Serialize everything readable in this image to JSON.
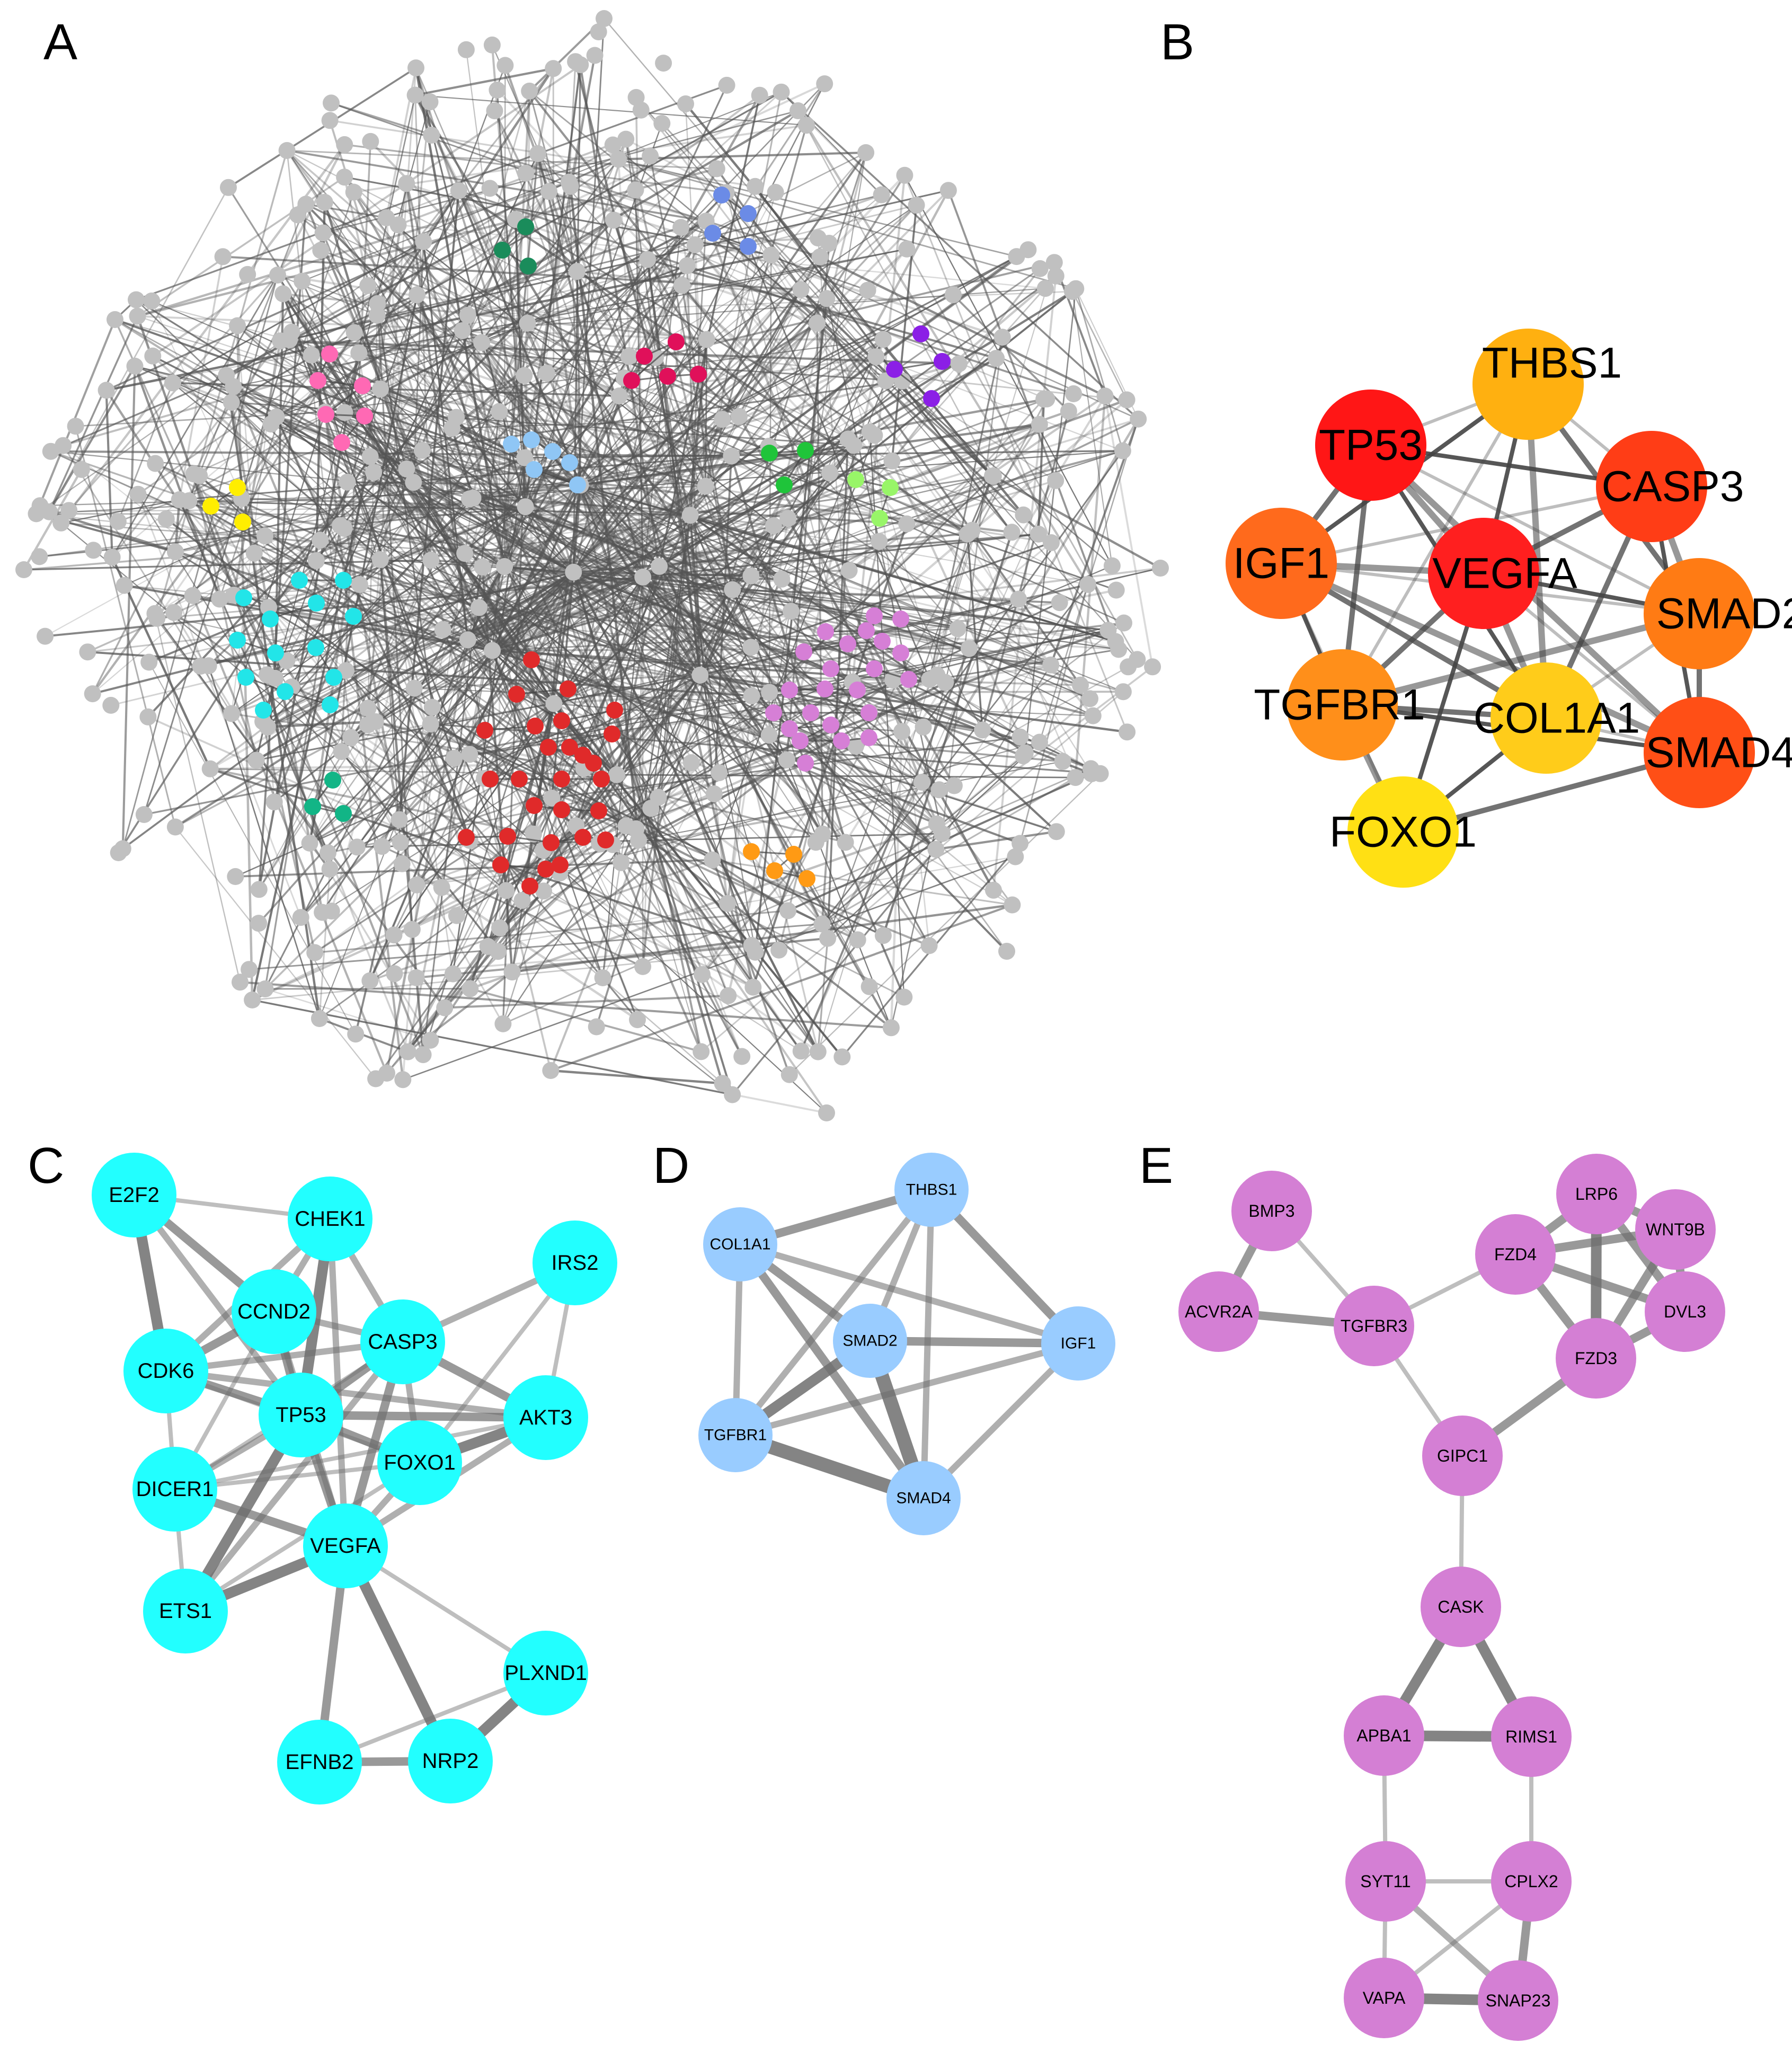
{
  "panel_letters": {
    "A": "A",
    "B": "B",
    "C": "C",
    "D": "D",
    "E": "E"
  },
  "colors": {
    "background_node": "#c0c0c0",
    "background_edge": "#555555",
    "cluster_colors": [
      "#6b8be6",
      "#1a8c5b",
      "#e0105a",
      "#8b1fe6",
      "#ff69b4",
      "#8fc6f5",
      "#1fc43a",
      "#98f568",
      "#ffee00",
      "#22e5e8",
      "#e02a2a",
      "#d67fd6",
      "#12b586",
      "#ff9a14"
    ],
    "panel_C_node": "#22ffff",
    "panel_D_node": "#99ccff",
    "panel_E_node": "#d47fd4",
    "edge_gray": "#6e6e6e"
  },
  "panel_B": {
    "nodes": [
      {
        "id": "THBS1",
        "label": "THBS1",
        "color": "#ffb010"
      },
      {
        "id": "TP53",
        "label": "TP53",
        "color": "#ff1616"
      },
      {
        "id": "CASP3",
        "label": "CASP3",
        "color": "#ff3d16"
      },
      {
        "id": "IGF1",
        "label": "IGF1",
        "color": "#ff6a1c"
      },
      {
        "id": "VEGFA",
        "label": "VEGFA",
        "color": "#ff1f1f"
      },
      {
        "id": "SMAD2",
        "label": "SMAD2",
        "color": "#ff7b14"
      },
      {
        "id": "TGFBR1",
        "label": "TGFBR1",
        "color": "#ff8f1a"
      },
      {
        "id": "COL1A1",
        "label": "COL1A1",
        "color": "#ffcc1a"
      },
      {
        "id": "SMAD4",
        "label": "SMAD4",
        "color": "#ff4f16"
      },
      {
        "id": "FOXO1",
        "label": "FOXO1",
        "color": "#ffe014"
      }
    ],
    "edges": [
      [
        "TP53",
        "THBS1"
      ],
      [
        "TP53",
        "CASP3"
      ],
      [
        "TP53",
        "IGF1"
      ],
      [
        "TP53",
        "VEGFA"
      ],
      [
        "TP53",
        "SMAD2"
      ],
      [
        "TP53",
        "COL1A1"
      ],
      [
        "TP53",
        "TGFBR1"
      ],
      [
        "TP53",
        "SMAD4"
      ],
      [
        "THBS1",
        "CASP3"
      ],
      [
        "THBS1",
        "VEGFA"
      ],
      [
        "THBS1",
        "SMAD2"
      ],
      [
        "THBS1",
        "COL1A1"
      ],
      [
        "THBS1",
        "TGFBR1"
      ],
      [
        "THBS1",
        "IGF1"
      ],
      [
        "CASP3",
        "VEGFA"
      ],
      [
        "CASP3",
        "SMAD2"
      ],
      [
        "CASP3",
        "IGF1"
      ],
      [
        "CASP3",
        "SMAD4"
      ],
      [
        "CASP3",
        "COL1A1"
      ],
      [
        "IGF1",
        "VEGFA"
      ],
      [
        "IGF1",
        "SMAD2"
      ],
      [
        "IGF1",
        "TGFBR1"
      ],
      [
        "IGF1",
        "COL1A1"
      ],
      [
        "IGF1",
        "SMAD4"
      ],
      [
        "IGF1",
        "FOXO1"
      ],
      [
        "VEGFA",
        "SMAD2"
      ],
      [
        "VEGFA",
        "TGFBR1"
      ],
      [
        "VEGFA",
        "COL1A1"
      ],
      [
        "VEGFA",
        "SMAD4"
      ],
      [
        "VEGFA",
        "FOXO1"
      ],
      [
        "SMAD2",
        "SMAD4"
      ],
      [
        "SMAD2",
        "TGFBR1"
      ],
      [
        "SMAD2",
        "COL1A1"
      ],
      [
        "TGFBR1",
        "SMAD4"
      ],
      [
        "TGFBR1",
        "COL1A1"
      ],
      [
        "TGFBR1",
        "FOXO1"
      ],
      [
        "COL1A1",
        "SMAD4"
      ],
      [
        "COL1A1",
        "FOXO1"
      ],
      [
        "SMAD4",
        "FOXO1"
      ]
    ]
  },
  "panel_C": {
    "nodes": [
      {
        "id": "E2F2",
        "label": "E2F2"
      },
      {
        "id": "CHEK1",
        "label": "CHEK1"
      },
      {
        "id": "IRS2",
        "label": "IRS2"
      },
      {
        "id": "CCND2",
        "label": "CCND2"
      },
      {
        "id": "CASP3",
        "label": "CASP3"
      },
      {
        "id": "CDK6",
        "label": "CDK6"
      },
      {
        "id": "TP53",
        "label": "TP53"
      },
      {
        "id": "AKT3",
        "label": "AKT3"
      },
      {
        "id": "FOXO1",
        "label": "FOXO1"
      },
      {
        "id": "DICER1",
        "label": "DICER1"
      },
      {
        "id": "VEGFA",
        "label": "VEGFA"
      },
      {
        "id": "ETS1",
        "label": "ETS1"
      },
      {
        "id": "PLXND1",
        "label": "PLXND1"
      },
      {
        "id": "EFNB2",
        "label": "EFNB2"
      },
      {
        "id": "NRP2",
        "label": "NRP2"
      }
    ],
    "edges": [
      [
        "E2F2",
        "CHEK1",
        1
      ],
      [
        "E2F2",
        "CCND2",
        3
      ],
      [
        "E2F2",
        "CDK6",
        4
      ],
      [
        "E2F2",
        "TP53",
        2
      ],
      [
        "CHEK1",
        "CCND2",
        2
      ],
      [
        "CHEK1",
        "CDK6",
        2
      ],
      [
        "CHEK1",
        "TP53",
        4
      ],
      [
        "CHEK1",
        "CASP3",
        2
      ],
      [
        "CHEK1",
        "VEGFA",
        2
      ],
      [
        "IRS2",
        "AKT3",
        1
      ],
      [
        "IRS2",
        "CASP3",
        2
      ],
      [
        "IRS2",
        "FOXO1",
        1
      ],
      [
        "CCND2",
        "CDK6",
        3
      ],
      [
        "CCND2",
        "TP53",
        3
      ],
      [
        "CCND2",
        "CASP3",
        2
      ],
      [
        "CCND2",
        "DICER1",
        1
      ],
      [
        "CCND2",
        "VEGFA",
        2
      ],
      [
        "CASP3",
        "CDK6",
        2
      ],
      [
        "CASP3",
        "TP53",
        3
      ],
      [
        "CASP3",
        "AKT3",
        3
      ],
      [
        "CASP3",
        "FOXO1",
        2
      ],
      [
        "CASP3",
        "VEGFA",
        3
      ],
      [
        "CASP3",
        "ETS1",
        2
      ],
      [
        "CASP3",
        "DICER1",
        1
      ],
      [
        "CDK6",
        "TP53",
        3
      ],
      [
        "CDK6",
        "DICER1",
        1
      ],
      [
        "CDK6",
        "AKT3",
        2
      ],
      [
        "CDK6",
        "FOXO1",
        1
      ],
      [
        "TP53",
        "AKT3",
        3
      ],
      [
        "TP53",
        "FOXO1",
        3
      ],
      [
        "TP53",
        "DICER1",
        2
      ],
      [
        "TP53",
        "VEGFA",
        3
      ],
      [
        "TP53",
        "ETS1",
        4
      ],
      [
        "AKT3",
        "FOXO1",
        4
      ],
      [
        "AKT3",
        "VEGFA",
        2
      ],
      [
        "AKT3",
        "DICER1",
        1
      ],
      [
        "FOXO1",
        "VEGFA",
        2
      ],
      [
        "FOXO1",
        "DICER1",
        1
      ],
      [
        "FOXO1",
        "ETS1",
        1
      ],
      [
        "DICER1",
        "ETS1",
        1
      ],
      [
        "DICER1",
        "VEGFA",
        3
      ],
      [
        "VEGFA",
        "ETS1",
        4
      ],
      [
        "VEGFA",
        "PLXND1",
        1
      ],
      [
        "VEGFA",
        "NRP2",
        4
      ],
      [
        "VEGFA",
        "EFNB2",
        3
      ],
      [
        "PLXND1",
        "NRP2",
        4
      ],
      [
        "EFNB2",
        "NRP2",
        3
      ],
      [
        "EFNB2",
        "PLXND1",
        1
      ]
    ]
  },
  "panel_D": {
    "nodes": [
      {
        "id": "THBS1",
        "label": "THBS1"
      },
      {
        "id": "COL1A1",
        "label": "COL1A1"
      },
      {
        "id": "SMAD2",
        "label": "SMAD2"
      },
      {
        "id": "IGF1",
        "label": "IGF1"
      },
      {
        "id": "TGFBR1",
        "label": "TGFBR1"
      },
      {
        "id": "SMAD4",
        "label": "SMAD4"
      }
    ],
    "edges": [
      [
        "COL1A1",
        "THBS1",
        3
      ],
      [
        "COL1A1",
        "SMAD2",
        3
      ],
      [
        "COL1A1",
        "IGF1",
        2
      ],
      [
        "COL1A1",
        "TGFBR1",
        2
      ],
      [
        "COL1A1",
        "SMAD4",
        3
      ],
      [
        "THBS1",
        "SMAD2",
        2
      ],
      [
        "THBS1",
        "IGF1",
        3
      ],
      [
        "THBS1",
        "TGFBR1",
        2
      ],
      [
        "THBS1",
        "SMAD4",
        2
      ],
      [
        "SMAD2",
        "IGF1",
        3
      ],
      [
        "SMAD2",
        "TGFBR1",
        4
      ],
      [
        "SMAD2",
        "SMAD4",
        5
      ],
      [
        "IGF1",
        "TGFBR1",
        2
      ],
      [
        "IGF1",
        "SMAD4",
        2
      ],
      [
        "TGFBR1",
        "SMAD4",
        5
      ]
    ]
  },
  "panel_E": {
    "nodes": [
      {
        "id": "BMP3",
        "label": "BMP3"
      },
      {
        "id": "LRP6",
        "label": "LRP6"
      },
      {
        "id": "WNT9B",
        "label": "WNT9B"
      },
      {
        "id": "FZD4",
        "label": "FZD4"
      },
      {
        "id": "ACVR2A",
        "label": "ACVR2A"
      },
      {
        "id": "TGFBR3",
        "label": "TGFBR3"
      },
      {
        "id": "DVL3",
        "label": "DVL3"
      },
      {
        "id": "FZD3",
        "label": "FZD3"
      },
      {
        "id": "GIPC1",
        "label": "GIPC1"
      },
      {
        "id": "CASK",
        "label": "CASK"
      },
      {
        "id": "APBA1",
        "label": "APBA1"
      },
      {
        "id": "RIMS1",
        "label": "RIMS1"
      },
      {
        "id": "SYT11",
        "label": "SYT11"
      },
      {
        "id": "CPLX2",
        "label": "CPLX2"
      },
      {
        "id": "VAPA",
        "label": "VAPA"
      },
      {
        "id": "SNAP23",
        "label": "SNAP23"
      }
    ],
    "edges": [
      [
        "BMP3",
        "ACVR2A",
        3
      ],
      [
        "BMP3",
        "TGFBR3",
        1
      ],
      [
        "ACVR2A",
        "TGFBR3",
        3
      ],
      [
        "TGFBR3",
        "FZD4",
        1
      ],
      [
        "TGFBR3",
        "GIPC1",
        1
      ],
      [
        "FZD4",
        "LRP6",
        3
      ],
      [
        "FZD4",
        "WNT9B",
        3
      ],
      [
        "FZD4",
        "DVL3",
        3
      ],
      [
        "FZD4",
        "FZD3",
        3
      ],
      [
        "LRP6",
        "WNT9B",
        3
      ],
      [
        "LRP6",
        "FZD3",
        4
      ],
      [
        "LRP6",
        "DVL3",
        3
      ],
      [
        "WNT9B",
        "FZD3",
        3
      ],
      [
        "WNT9B",
        "DVL3",
        3
      ],
      [
        "FZD3",
        "DVL3",
        3
      ],
      [
        "FZD3",
        "GIPC1",
        3
      ],
      [
        "GIPC1",
        "CASK",
        1
      ],
      [
        "CASK",
        "APBA1",
        4
      ],
      [
        "CASK",
        "RIMS1",
        4
      ],
      [
        "APBA1",
        "RIMS1",
        4
      ],
      [
        "APBA1",
        "SYT11",
        1
      ],
      [
        "RIMS1",
        "CPLX2",
        1
      ],
      [
        "SYT11",
        "CPLX2",
        1
      ],
      [
        "SYT11",
        "SNAP23",
        2
      ],
      [
        "SYT11",
        "VAPA",
        1
      ],
      [
        "CPLX2",
        "VAPA",
        1
      ],
      [
        "CPLX2",
        "SNAP23",
        3
      ],
      [
        "VAPA",
        "SNAP23",
        4
      ]
    ]
  }
}
